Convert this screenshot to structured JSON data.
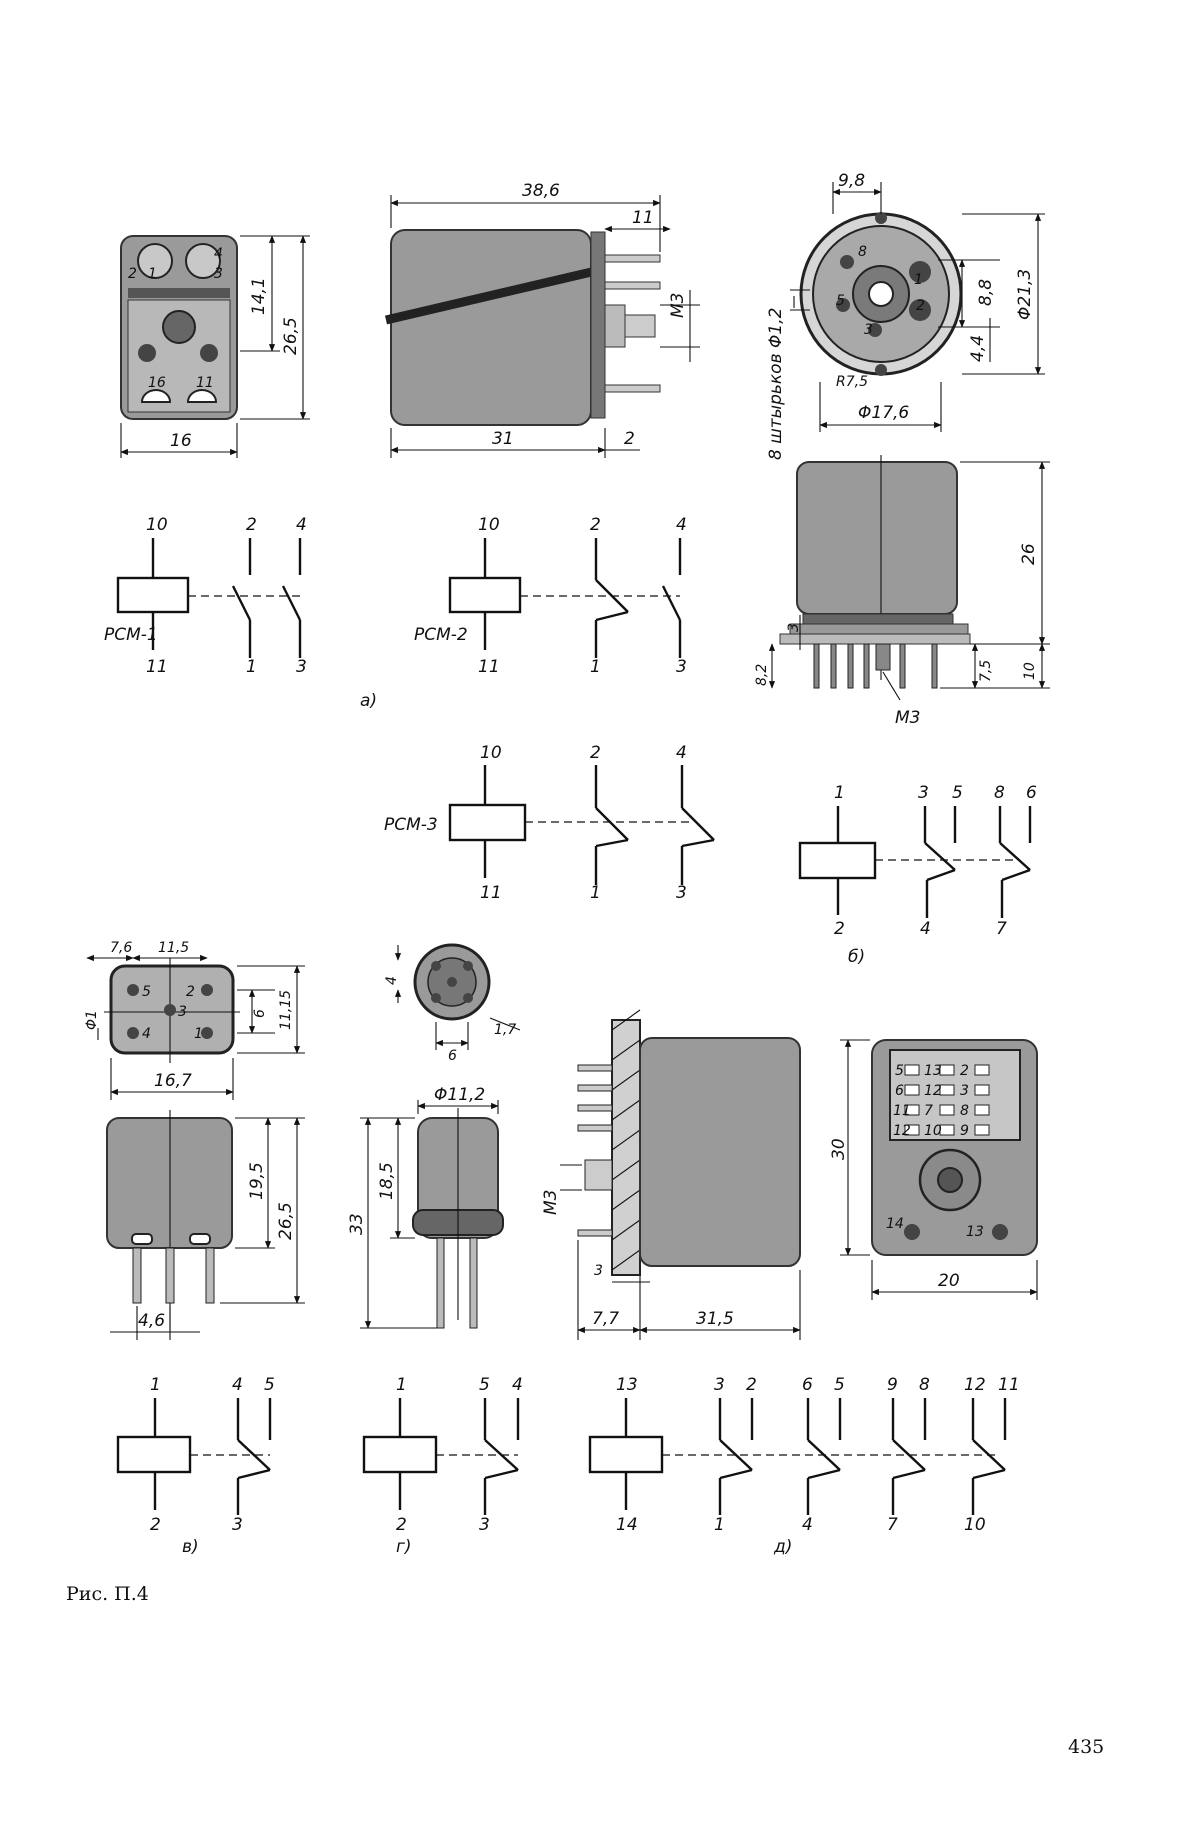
{
  "figure": {
    "caption": "Рис. П.4",
    "page_number": "435",
    "part_labels": [
      "а)",
      "б)",
      "в)",
      "г)",
      "д)"
    ]
  },
  "relays": {
    "rsm1": {
      "name": "РСМ-1",
      "pins": [
        "10",
        "11",
        "2",
        "1",
        "4",
        "3"
      ]
    },
    "rsm2": {
      "name": "РСМ-2",
      "pins": [
        "10",
        "11",
        "2",
        "1",
        "4",
        "3"
      ]
    },
    "rsm3": {
      "name": "РСМ-3",
      "pins": [
        "10",
        "11",
        "2",
        "1",
        "4",
        "3"
      ]
    },
    "b": {
      "pins": [
        "1",
        "2",
        "3",
        "5",
        "4",
        "8",
        "6",
        "7"
      ]
    },
    "v": {
      "pins": [
        "1",
        "2",
        "4",
        "5",
        "3"
      ]
    },
    "g": {
      "pins": [
        "1",
        "2",
        "5",
        "4",
        "3"
      ]
    },
    "d": {
      "pins": [
        "13",
        "14",
        "3",
        "2",
        "1",
        "6",
        "5",
        "4",
        "9",
        "8",
        "7",
        "12",
        "11",
        "10"
      ]
    }
  },
  "dimensions": {
    "a_front": {
      "width": "16",
      "height_inner": "14,1",
      "height": "26,5",
      "pin_labels": [
        "2",
        "1",
        "4",
        "3",
        "16",
        "11"
      ]
    },
    "a_side": {
      "length": "38,6",
      "pin_out": "11",
      "thread": "М3",
      "body": "31",
      "offset": "2"
    },
    "b_top": {
      "top": "9,8",
      "pins_note": "8 штырьков Φ1,2",
      "d1": "8,8",
      "d2": "Φ21,3",
      "d3": "4,4",
      "radius": "R7,5",
      "base": "Φ17,6",
      "pin_labels": [
        "8",
        "5",
        "1",
        "2",
        "3"
      ]
    },
    "b_side": {
      "height": "26",
      "flange": "3",
      "pin_len": "8,2",
      "thread_len": "7,5",
      "total": "10",
      "thread": "М3"
    },
    "v_top": {
      "d1": "7,6",
      "d2": "11,5",
      "pin_d": "Φ1",
      "inner": "6",
      "h": "11,15",
      "w": "16,7",
      "pin_labels": [
        "5",
        "2",
        "3",
        "4",
        "1"
      ]
    },
    "v_side": {
      "h1": "19,5",
      "h2": "26,5",
      "pitch": "4,6"
    },
    "g_top": {
      "top": "4",
      "right": "1,7",
      "bottom": "6"
    },
    "g_side": {
      "diam": "Φ11,2",
      "h1": "18,5",
      "h2": "33"
    },
    "d_side": {
      "thread": "М3",
      "flange": "3",
      "left": "7,7",
      "body": "31,5"
    },
    "d_front": {
      "h": "30",
      "w": "20",
      "pin_labels": [
        "5",
        "13",
        "2",
        "6",
        "12",
        "3",
        "11",
        "7",
        "8",
        "12",
        "10",
        "9",
        "14",
        "13"
      ]
    }
  }
}
